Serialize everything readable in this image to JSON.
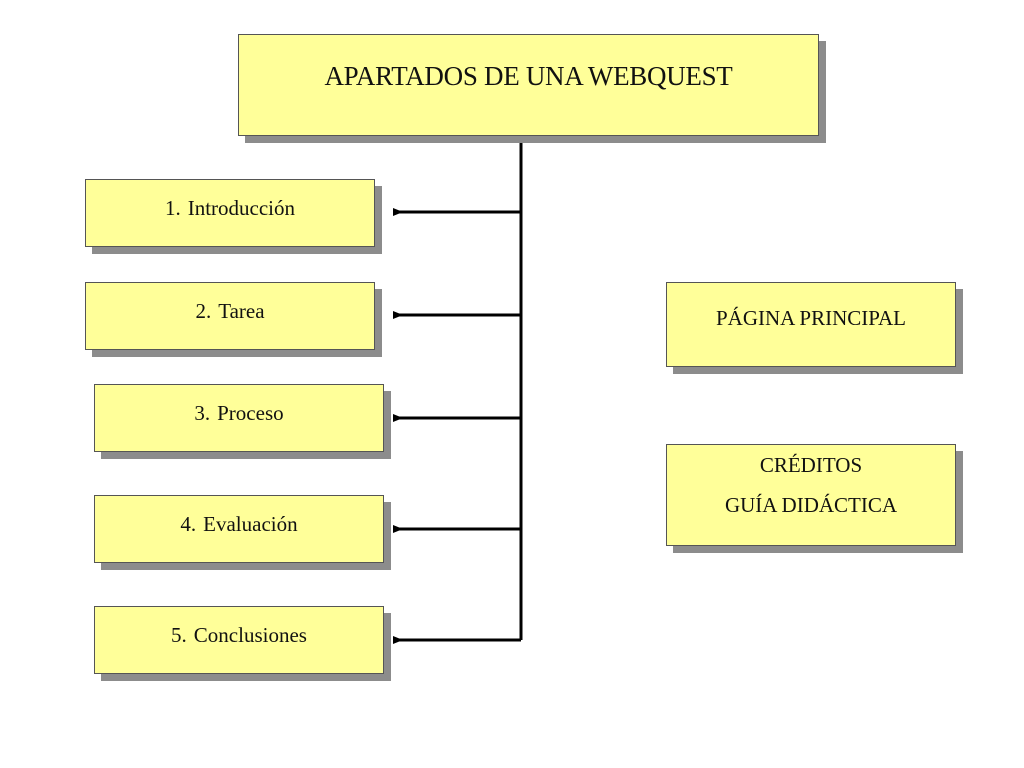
{
  "diagram": {
    "title": "APARTADOS DE UNA WEBQUEST",
    "sections": [
      {
        "number": "1.",
        "label": "Introducción"
      },
      {
        "number": "2.",
        "label": "Tarea"
      },
      {
        "number": "3.",
        "label": "Proceso"
      },
      {
        "number": "4.",
        "label": "Evaluación"
      },
      {
        "number": "5.",
        "label": "Conclusiones"
      }
    ],
    "side_boxes": {
      "main_page": "PÁGINA PRINCIPAL",
      "credits": "CRÉDITOS",
      "guide": "GUÍA DIDÁCTICA"
    },
    "colors": {
      "box_fill": "#ffff99",
      "shadow": "#8c8c8c",
      "line": "#000000"
    }
  }
}
